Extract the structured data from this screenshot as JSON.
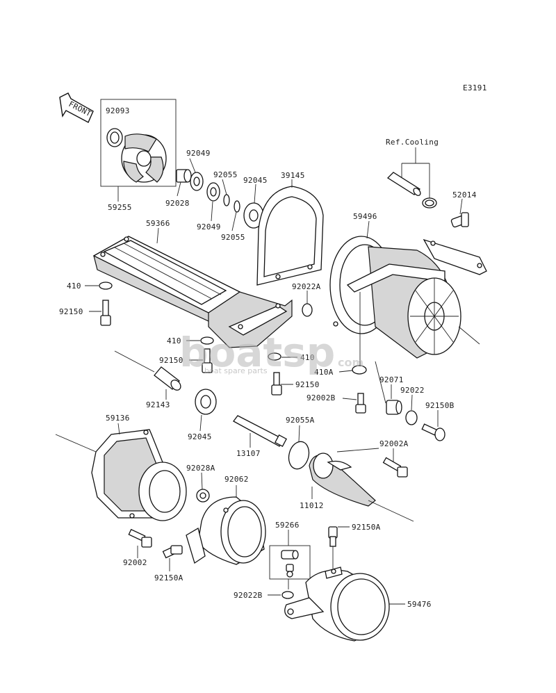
{
  "diagram": {
    "code": "E3191",
    "front_label": "FRONT",
    "ref_label": "Ref.Cooling",
    "watermark": {
      "brand": "boatsp",
      "suffix": "com",
      "tagline": "boat spare parts"
    },
    "labels": {
      "p92093": "92093",
      "p59255": "59255",
      "p92049a": "92049",
      "p92028": "92028",
      "p92049b": "92049",
      "p92055a": "92055",
      "p92055b": "92055",
      "p92045a": "92045",
      "p39145": "39145",
      "p59366": "59366",
      "p410a": "410",
      "p92150a": "92150",
      "p410b": "410",
      "p92150b": "92150",
      "p410c": "410",
      "p92022A": "92022A",
      "p59496": "59496",
      "p52014": "52014",
      "p410A": "410A",
      "p92150c": "92150",
      "p92002B": "92002B",
      "p92071": "92071",
      "p92022": "92022",
      "p92150B": "92150B",
      "p92143": "92143",
      "p92045b": "92045",
      "p59136": "59136",
      "p13107": "13107",
      "p92055A": "92055A",
      "p92002A": "92002A",
      "p92028A": "92028A",
      "p92062": "92062",
      "p11012": "11012",
      "p59266": "59266",
      "p92150A_r": "92150A",
      "p92002": "92002",
      "p92150A_l": "92150A",
      "p92022B": "92022B",
      "p59476": "59476"
    }
  }
}
